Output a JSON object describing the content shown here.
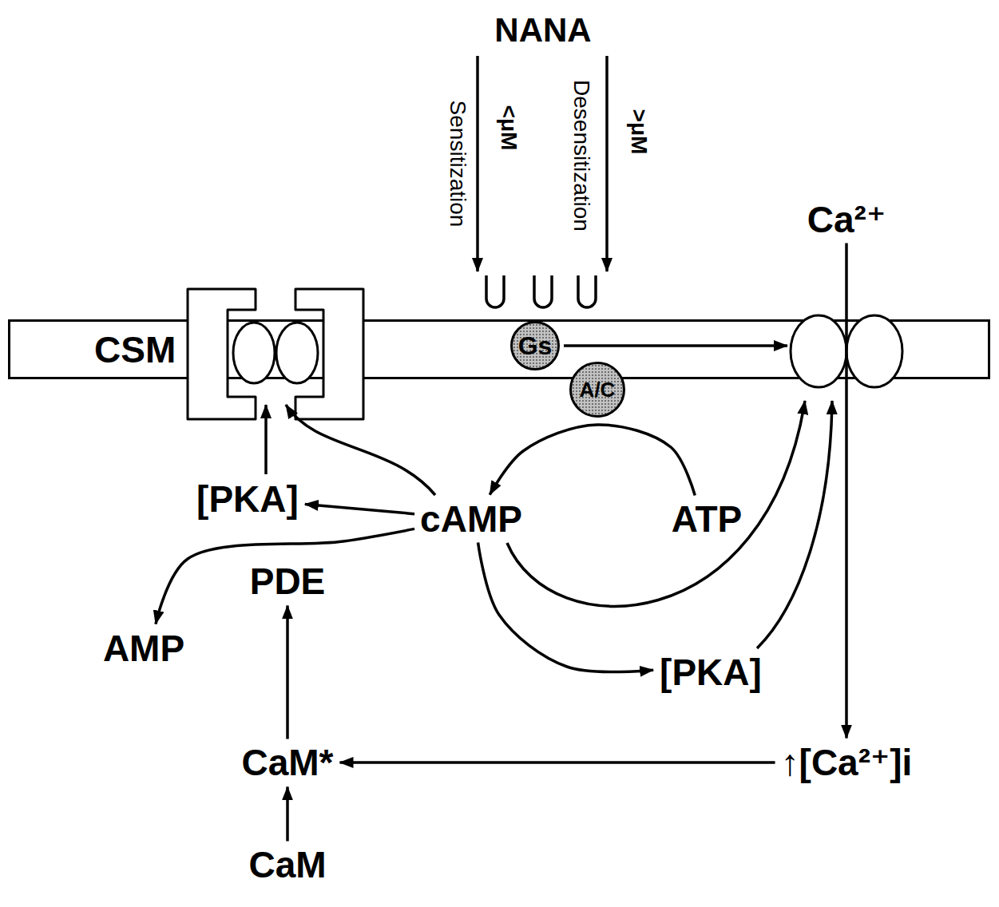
{
  "diagram": {
    "nodes": [
      {
        "text": [
          "Ca²⁺"
        ]
      },
      {
        "text": [
          "CSM"
        ]
      },
      {
        "text": [
          "Gs"
        ],
        "in": 1
      },
      {
        "text": [
          "A/C"
        ]
      },
      {
        "text": [
          "[PKA]"
        ]
      },
      {
        "text": [
          "cAMP"
        ]
      },
      {
        "text": [
          "ATP"
        ]
      },
      {
        "text": [
          "PDE"
        ]
      },
      {
        "text": [
          "AMP"
        ]
      },
      {
        "text": [
          "[PKA]"
        ]
      },
      {
        "text": [
          "CaM*"
        ]
      },
      {
        "text": [
          "↑[Ca²⁺]i"
        ]
      },
      {
        "text": [
          "CaM"
        ]
      }
    ],
    "edges": [
      {
        "from": 6,
        "to": 5,
        "arrow": "to"
      },
      {
        "from": 5,
        "to": 4,
        "arrow": "to"
      },
      {
        "from": 5,
        "to": 8,
        "arrow": "to"
      },
      {
        "from": 5,
        "to": 9,
        "arrow": "to"
      },
      {
        "from": 12,
        "to": 10,
        "arrow": "to"
      },
      {
        "from": 10,
        "to": 7,
        "arrow": "to"
      },
      {
        "from": 11,
        "to": 10,
        "arrow": "to"
      },
      {
        "from": 0,
        "to": 11,
        "arrow": "to"
      }
    ],
    "labels": [
      "NANA",
      "Sensitization",
      "<μM",
      "Desensitization",
      ">μM"
    ]
  }
}
